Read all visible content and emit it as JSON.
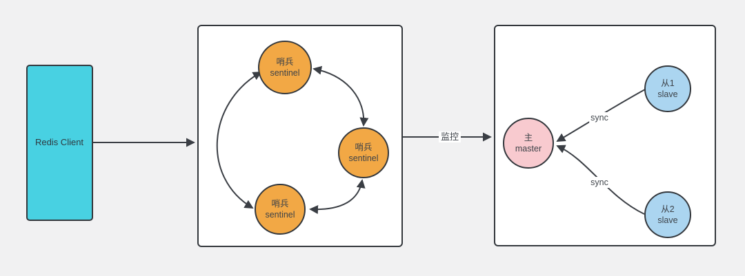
{
  "diagram": {
    "background": "#f1f1f2",
    "line_color": "#3a3e44",
    "box_border_color": "#33373c",
    "box_fill": "#ffffff"
  },
  "client": {
    "label": "Redis Client",
    "fill": "#48d1e2"
  },
  "sentinel_cluster": {
    "node_fill": "#f2a845",
    "nodes": [
      {
        "label_zh": "哨兵",
        "label_en": "sentinel"
      },
      {
        "label_zh": "哨兵",
        "label_en": "sentinel"
      },
      {
        "label_zh": "哨兵",
        "label_en": "sentinel"
      }
    ]
  },
  "monitor_link": {
    "label": "监控"
  },
  "replication_group": {
    "master": {
      "label_zh": "主",
      "label_en": "master",
      "fill": "#f8cacf"
    },
    "slaves": [
      {
        "label_zh": "从1",
        "label_en": "slave",
        "fill": "#abd5f0"
      },
      {
        "label_zh": "从2",
        "label_en": "slave",
        "fill": "#abd5f0"
      }
    ],
    "sync_links": [
      {
        "label": "sync"
      },
      {
        "label": "sync"
      }
    ]
  }
}
